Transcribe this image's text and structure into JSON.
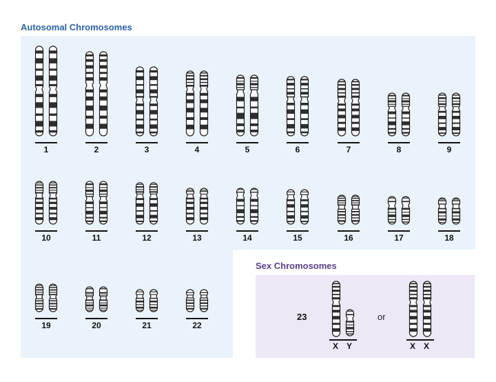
{
  "autosomal_title": "Autosomal Chromosomes",
  "sex_title": "Sex Chromosomes",
  "pairs": [
    {
      "label": "1",
      "length": 130,
      "centromere": 0.48,
      "pattern": "a"
    },
    {
      "label": "2",
      "length": 122,
      "centromere": 0.4,
      "pattern": "b"
    },
    {
      "label": "3",
      "length": 100,
      "centromere": 0.48,
      "pattern": "a"
    },
    {
      "label": "4",
      "length": 94,
      "centromere": 0.28,
      "pattern": "b"
    },
    {
      "label": "5",
      "length": 88,
      "centromere": 0.27,
      "pattern": "c"
    },
    {
      "label": "6",
      "length": 86,
      "centromere": 0.38,
      "pattern": "a"
    },
    {
      "label": "7",
      "length": 82,
      "centromere": 0.38,
      "pattern": "b"
    },
    {
      "label": "8",
      "length": 62,
      "centromere": 0.35,
      "pattern": "c"
    },
    {
      "label": "9",
      "length": 62,
      "centromere": 0.35,
      "pattern": "a"
    },
    {
      "label": "10",
      "length": 62,
      "centromere": 0.33,
      "pattern": "b"
    },
    {
      "label": "11",
      "length": 62,
      "centromere": 0.4,
      "pattern": "c"
    },
    {
      "label": "12",
      "length": 60,
      "centromere": 0.3,
      "pattern": "a"
    },
    {
      "label": "13",
      "length": 52,
      "centromere": 0.2,
      "pattern": "b"
    },
    {
      "label": "14",
      "length": 52,
      "centromere": 0.2,
      "pattern": "c"
    },
    {
      "label": "15",
      "length": 50,
      "centromere": 0.2,
      "pattern": "a"
    },
    {
      "label": "16",
      "length": 42,
      "centromere": 0.42,
      "pattern": "b"
    },
    {
      "label": "17",
      "length": 40,
      "centromere": 0.33,
      "pattern": "c"
    },
    {
      "label": "18",
      "length": 38,
      "centromere": 0.32,
      "pattern": "a"
    },
    {
      "label": "19",
      "length": 40,
      "centromere": 0.47,
      "pattern": "b"
    },
    {
      "label": "20",
      "length": 36,
      "centromere": 0.44,
      "pattern": "c"
    },
    {
      "label": "21",
      "length": 32,
      "centromere": 0.3,
      "pattern": "a"
    },
    {
      "label": "22",
      "length": 32,
      "centromere": 0.3,
      "pattern": "b"
    }
  ],
  "sex": {
    "number": "23",
    "or_text": "or",
    "male_labels": [
      "X",
      "Y"
    ],
    "female_labels": [
      "X",
      "X"
    ]
  },
  "colors": {
    "band": "#2e2e2e",
    "outline": "#1a1a1a",
    "autosomal_panel": "#eaf2fb",
    "sex_panel": "#ede7f6",
    "autosomal_title": "#2a62a6",
    "sex_title": "#5b3e8c"
  }
}
